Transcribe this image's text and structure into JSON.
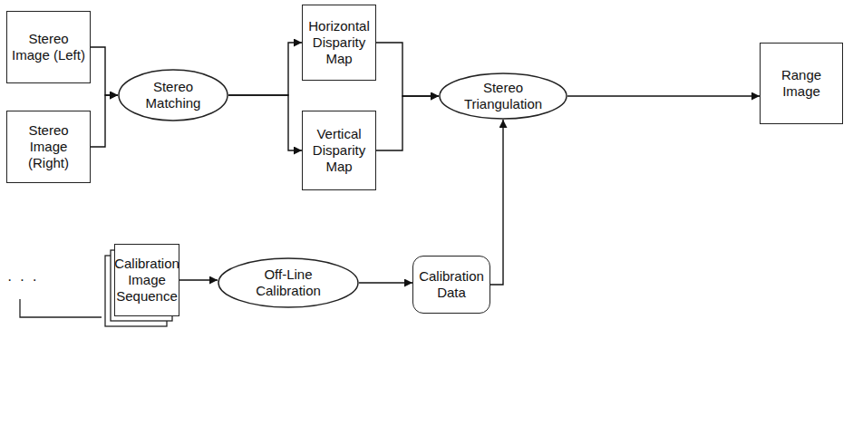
{
  "diagram": {
    "nodes": [
      {
        "text": [
          "Stereo Image (Left)"
        ]
      },
      {
        "text": [
          "Stereo Image (Right)"
        ]
      },
      {
        "text": [
          "Stereo Matching"
        ]
      },
      {
        "text": [
          "Horizontal Disparity Map"
        ]
      },
      {
        "text": [
          "Vertical Disparity Map"
        ]
      },
      {
        "text": [
          "Stereo Triangulation"
        ]
      },
      {
        "text": [
          "Range Image"
        ]
      },
      {
        "text": [
          "Calibration Image Sequence"
        ]
      },
      {
        "text": [
          "Off-Line Calibration"
        ]
      },
      {
        "text": [
          "Calibration Data"
        ]
      }
    ],
    "edges": [
      {
        "from": 0,
        "to": 2,
        "arrow": "to"
      },
      {
        "from": 1,
        "to": 2,
        "arrow": "to"
      },
      {
        "from": 2,
        "to": 3,
        "arrow": "to"
      },
      {
        "from": 2,
        "to": 4,
        "arrow": "to"
      },
      {
        "from": 3,
        "to": 5,
        "arrow": "to"
      },
      {
        "from": 4,
        "to": 5,
        "arrow": "to"
      },
      {
        "from": 5,
        "to": 6,
        "arrow": "to"
      },
      {
        "from": 7,
        "to": 8,
        "arrow": "to"
      },
      {
        "from": 8,
        "to": 9,
        "arrow": "to"
      },
      {
        "from": 9,
        "to": 5,
        "arrow": "to"
      }
    ],
    "labels": [
      "· · ·"
    ]
  }
}
